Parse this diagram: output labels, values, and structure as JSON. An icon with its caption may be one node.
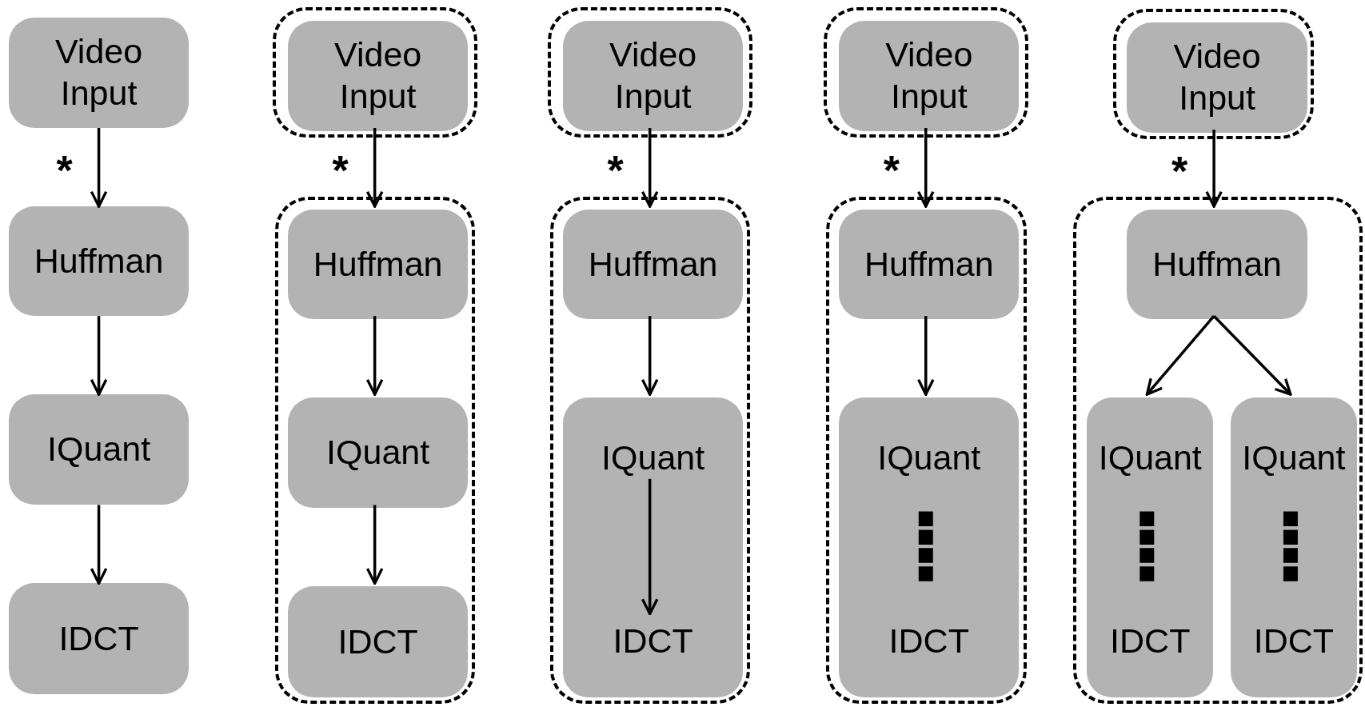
{
  "diagram": {
    "nodes": [
      {
        "text": [
          "Video Input"
        ]
      },
      {
        "text": [
          "Huffman"
        ]
      },
      {
        "text": [
          "IQuant"
        ]
      },
      {
        "text": [
          "IDCT"
        ]
      },
      {
        "text": [],
        "shape": "box"
      },
      {
        "text": [
          "Video Input"
        ],
        "in": 4
      },
      {
        "text": [],
        "shape": "box"
      },
      {
        "text": [
          "Huffman"
        ],
        "in": 6
      },
      {
        "text": [
          "IQuant"
        ],
        "in": 6
      },
      {
        "text": [
          "IDCT"
        ],
        "in": 6
      },
      {
        "text": [],
        "shape": "box"
      },
      {
        "text": [
          "Video Input"
        ],
        "in": 10
      },
      {
        "text": [],
        "shape": "box"
      },
      {
        "text": [
          "Huffman"
        ],
        "in": 12
      },
      {
        "text": [],
        "shape": "box",
        "in": 12
      },
      {
        "text": [
          "IQuant"
        ],
        "in": 14
      },
      {
        "text": [
          "IDCT"
        ],
        "in": 14
      },
      {
        "text": [],
        "shape": "box"
      },
      {
        "text": [
          "Video Input"
        ],
        "in": 17
      },
      {
        "text": [],
        "shape": "box"
      },
      {
        "text": [
          "Huffman"
        ],
        "in": 19
      },
      {
        "text": [],
        "shape": "box",
        "in": 19
      },
      {
        "text": [
          "IQuant"
        ],
        "in": 21
      },
      {
        "text": [
          "IDCT"
        ],
        "in": 21
      },
      {
        "text": [],
        "shape": "box"
      },
      {
        "text": [
          "Video Input"
        ],
        "in": 24
      },
      {
        "text": [],
        "shape": "box"
      },
      {
        "text": [
          "Huffman"
        ],
        "in": 26
      },
      {
        "text": [],
        "shape": "box",
        "in": 26
      },
      {
        "text": [
          "IQuant"
        ],
        "in": 28
      },
      {
        "text": [
          "IDCT"
        ],
        "in": 28
      },
      {
        "text": [],
        "shape": "box",
        "in": 26
      },
      {
        "text": [
          "IQuant"
        ],
        "in": 31
      },
      {
        "text": [
          "IDCT"
        ],
        "in": 31
      }
    ],
    "edges": [
      {
        "from": 0,
        "to": 1,
        "arrow": "to",
        "label": "*"
      },
      {
        "from": 1,
        "to": 2,
        "arrow": "to"
      },
      {
        "from": 2,
        "to": 3,
        "arrow": "to"
      },
      {
        "from": 5,
        "to": 7,
        "arrow": "to",
        "label": "*"
      },
      {
        "from": 7,
        "to": 8,
        "arrow": "to"
      },
      {
        "from": 8,
        "to": 9,
        "arrow": "to"
      },
      {
        "from": 11,
        "to": 13,
        "arrow": "to",
        "label": "*"
      },
      {
        "from": 13,
        "to": 14,
        "arrow": "to"
      },
      {
        "from": 15,
        "to": 16,
        "arrow": "to"
      },
      {
        "from": 18,
        "to": 20,
        "arrow": "to",
        "label": "*"
      },
      {
        "from": 20,
        "to": 21,
        "arrow": "to"
      },
      {
        "from": 22,
        "to": 23,
        "arrow": "none",
        "style": "dashed"
      },
      {
        "from": 25,
        "to": 27,
        "arrow": "to",
        "label": "*"
      },
      {
        "from": 27,
        "to": 28,
        "arrow": "to"
      },
      {
        "from": 27,
        "to": 31,
        "arrow": "to"
      },
      {
        "from": 29,
        "to": 30,
        "arrow": "none",
        "style": "dashed"
      },
      {
        "from": 32,
        "to": 33,
        "arrow": "none",
        "style": "dashed"
      }
    ]
  }
}
